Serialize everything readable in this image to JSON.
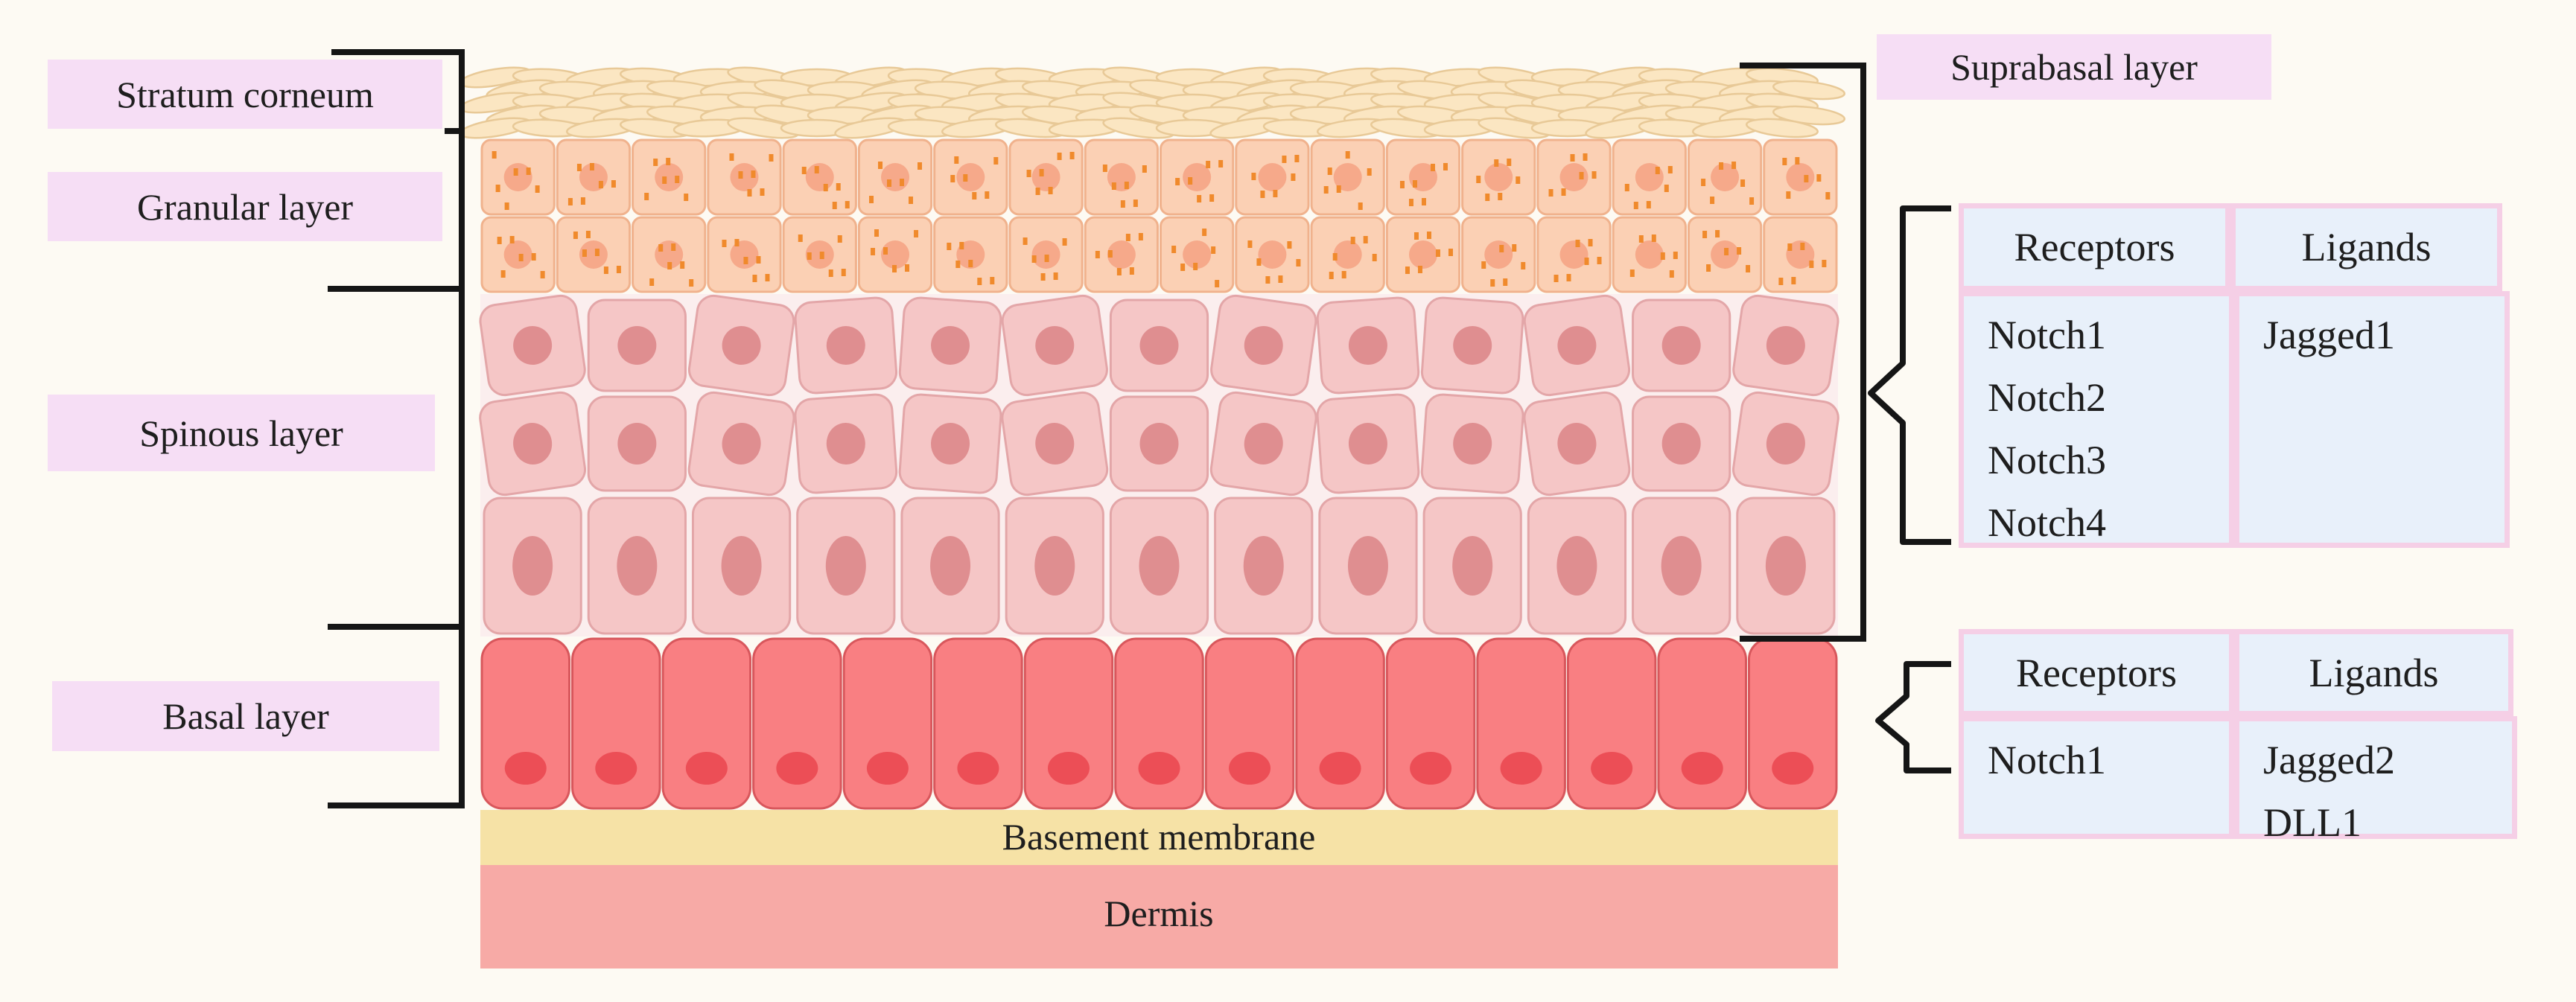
{
  "layers": {
    "stratum_corneum": "Stratum corneum",
    "granular": "Granular layer",
    "spinous": "Spinous layer",
    "basal": "Basal layer",
    "suprabasal": "Suprabasal layer",
    "basement_membrane": "Basement membrane",
    "dermis": "Dermis"
  },
  "suprabasal_table": {
    "receptors_header": "Receptors",
    "ligands_header": "Ligands",
    "receptors": [
      "Notch1",
      "Notch2",
      "Notch3",
      "Notch4"
    ],
    "ligands": [
      "Jagged1"
    ]
  },
  "basal_table": {
    "receptors_header": "Receptors",
    "ligands_header": "Ligands",
    "receptors": [
      "Notch1"
    ],
    "ligands": [
      "Jagged2",
      "DLL1"
    ]
  },
  "colors": {
    "corneum": "#fbe6c2",
    "granular": "#fbd0b4",
    "granule": "#f08a2c",
    "spinous": "#f5c6c6",
    "spinous_nucleus": "#df8e90",
    "basal": "#f97f82",
    "basal_nucleus": "#ec4e56",
    "basement": "#f6e2a6",
    "dermis": "#f7aaa6",
    "bracket": "#151515"
  }
}
